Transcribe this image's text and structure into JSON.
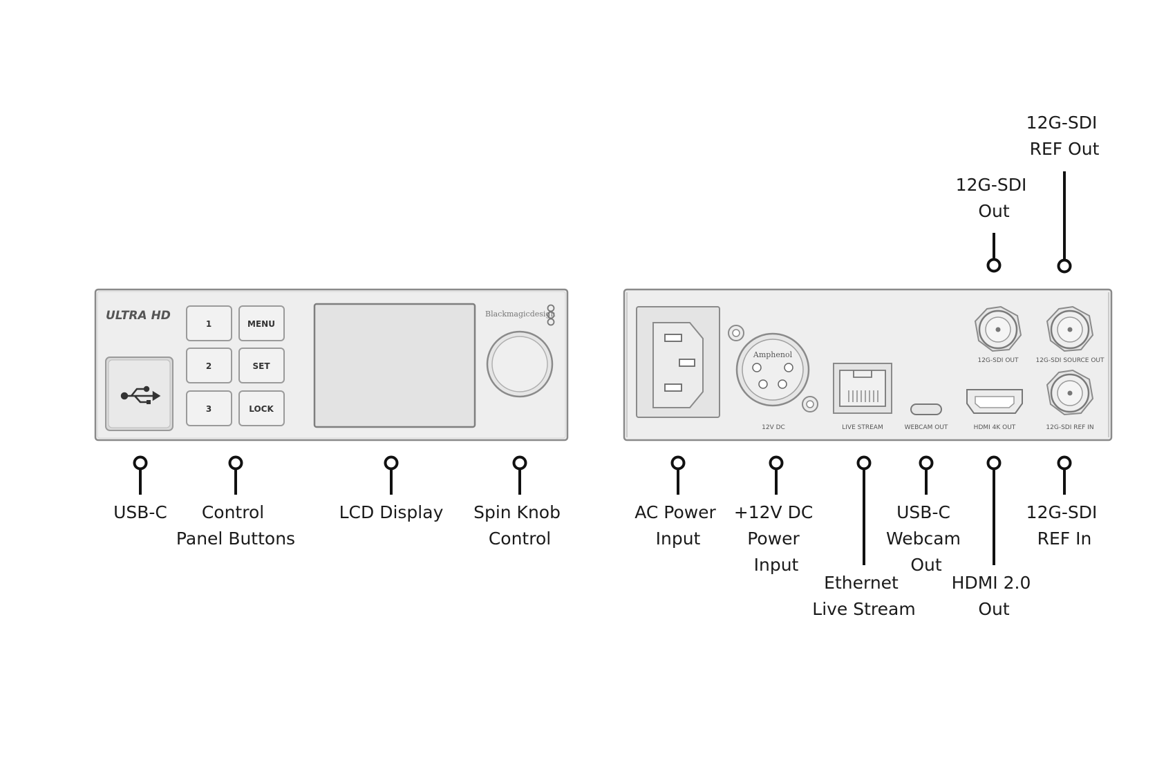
{
  "front_panel": {
    "logo": "ULTRA HD",
    "brand": "Blackmagicdesign",
    "buttons": [
      "1",
      "MENU",
      "2",
      "SET",
      "3",
      "LOCK"
    ]
  },
  "rear_panel": {
    "connector_labels": {
      "dc": "12V DC",
      "ethernet": "LIVE STREAM",
      "webcam": "WEBCAM OUT",
      "hdmi": "HDMI 4K OUT",
      "sdi_out": "12G-SDI OUT",
      "sdi_source": "12G-SDI SOURCE OUT",
      "sdi_ref_in": "12G-SDI REF IN"
    },
    "xlr_brand": "Amphenol"
  },
  "callouts": {
    "usb_c": [
      "USB-C"
    ],
    "control_panel_buttons": [
      "Control",
      "Panel Buttons"
    ],
    "lcd_display": [
      "LCD Display"
    ],
    "spin_knob": [
      "Spin Knob",
      "Control"
    ],
    "ac_power": [
      "AC Power",
      "Input"
    ],
    "dc_power": [
      "+12V DC",
      "Power",
      "Input"
    ],
    "ethernet": [
      "Ethernet",
      "Live Stream"
    ],
    "usb_c_webcam": [
      "USB-C",
      "Webcam",
      "Out"
    ],
    "hdmi_out": [
      "HDMI 2.0",
      "Out"
    ],
    "sdi_ref_in": [
      "12G-SDI",
      "REF In"
    ],
    "sdi_out": [
      "12G-SDI",
      "Out"
    ],
    "sdi_ref_out": [
      "12G-SDI",
      "REF Out"
    ]
  },
  "icons": [
    "usb-icon",
    "iec-power-socket-icon",
    "xlr-4pin-icon",
    "rj45-port-icon",
    "usb-c-port-icon",
    "hdmi-port-icon",
    "bnc-connector-icon",
    "spin-knob-icon"
  ]
}
